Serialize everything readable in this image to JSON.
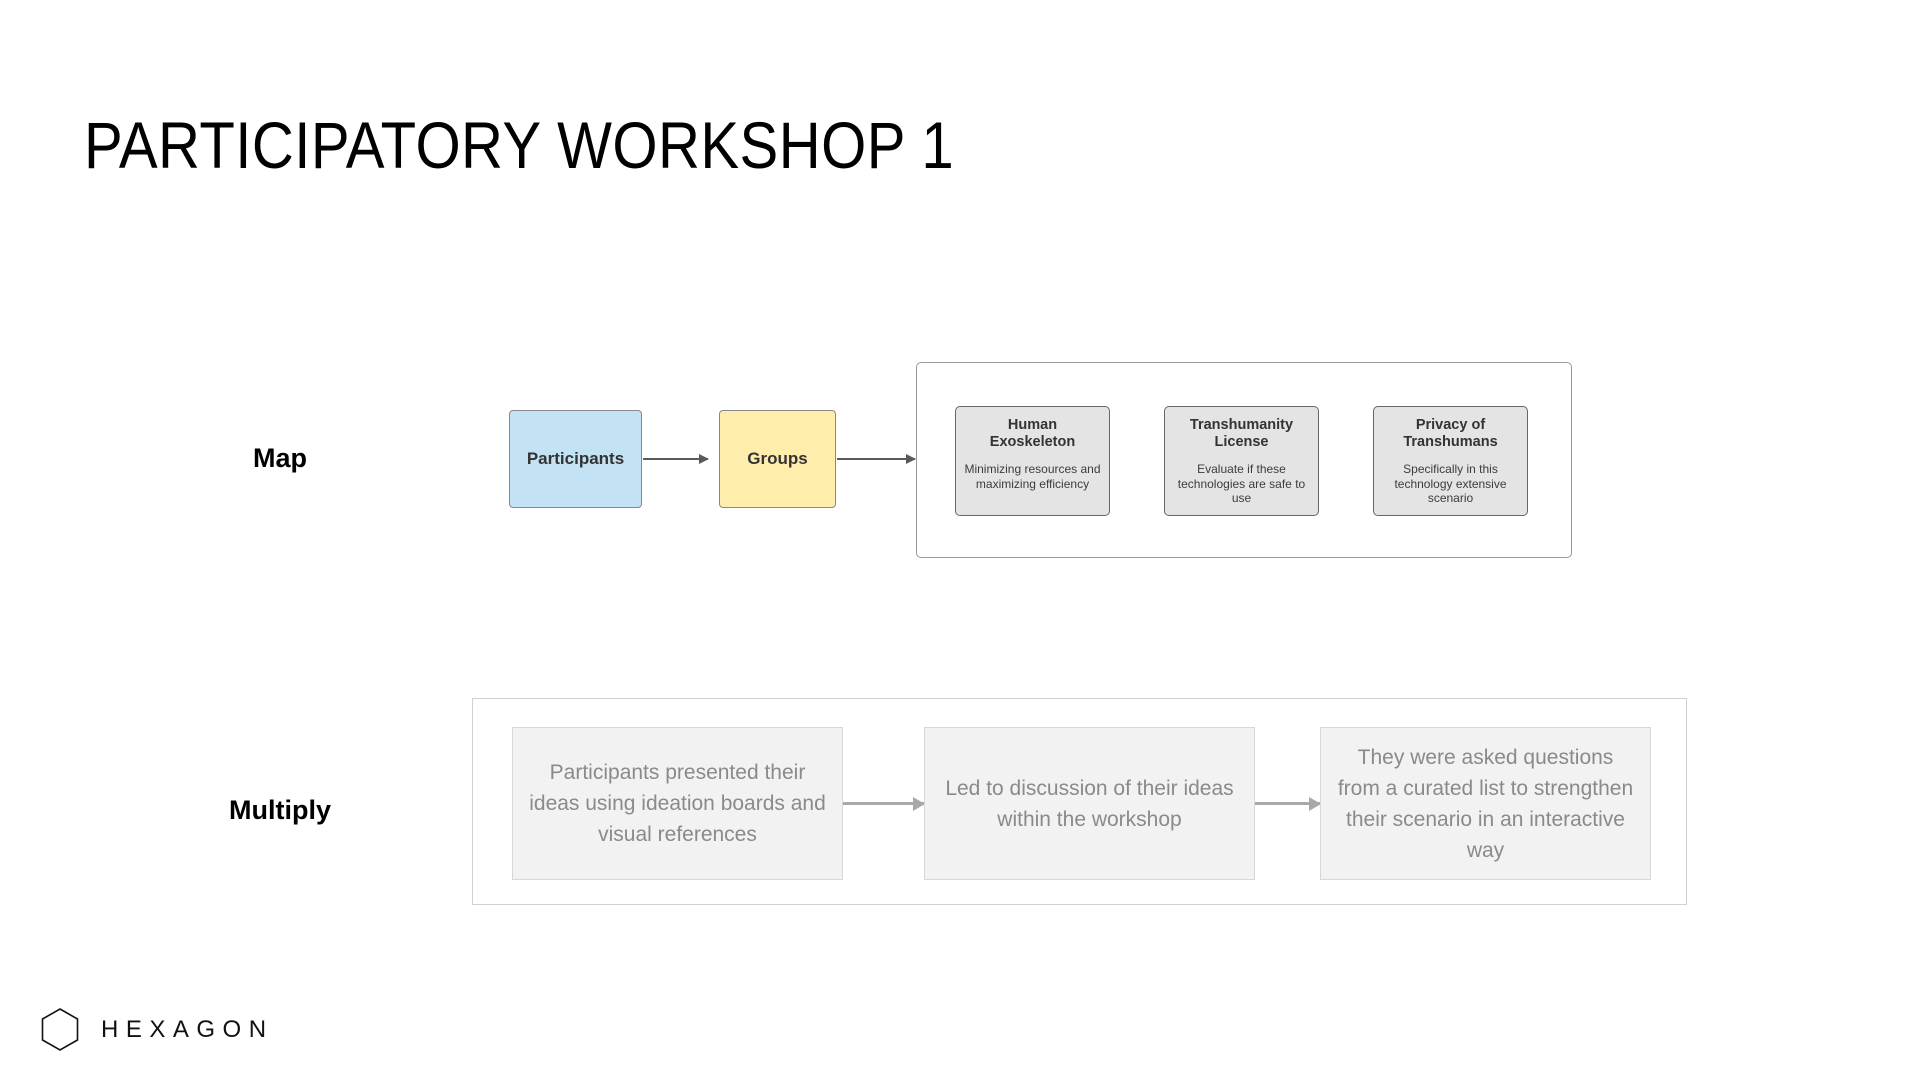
{
  "page": {
    "title": "PARTICIPATORY WORKSHOP 1",
    "background_color": "#ffffff"
  },
  "rows": {
    "map": {
      "label": "Map",
      "nodes": [
        {
          "name": "Participants",
          "fill": "#c3e3f5"
        },
        {
          "name": "Groups",
          "fill": "#ffeeab"
        }
      ],
      "cards": [
        {
          "title": "Human Exoskeleton",
          "description": "Minimizing resources and maximizing efficiency"
        },
        {
          "title": "Transhumanity License",
          "description": "Evaluate if these technologies are safe to use"
        },
        {
          "title": "Privacy of Transhumans",
          "description": "Specifically in this technology extensive scenario"
        }
      ],
      "card_fill": "#e4e4e4",
      "card_border": "#666666",
      "container_border": "#9a9a9a",
      "arrow_color": "#5a5a5a"
    },
    "multiply": {
      "label": "Multiply",
      "cards": [
        {
          "text": "Participants presented their ideas using ideation boards and visual references"
        },
        {
          "text": "Led to discussion of their ideas within the workshop"
        },
        {
          "text": "They were asked questions from a curated list to strengthen their scenario in an interactive way"
        }
      ],
      "card_fill": "#f2f2f2",
      "card_border": "#d8d8d8",
      "container_border": "#d0d0d0",
      "arrow_color": "#a8a8a8",
      "text_color": "#8a8a8a"
    }
  },
  "footer": {
    "logo_icon": "hexagon-icon",
    "wordmark": "HEXAGON"
  }
}
